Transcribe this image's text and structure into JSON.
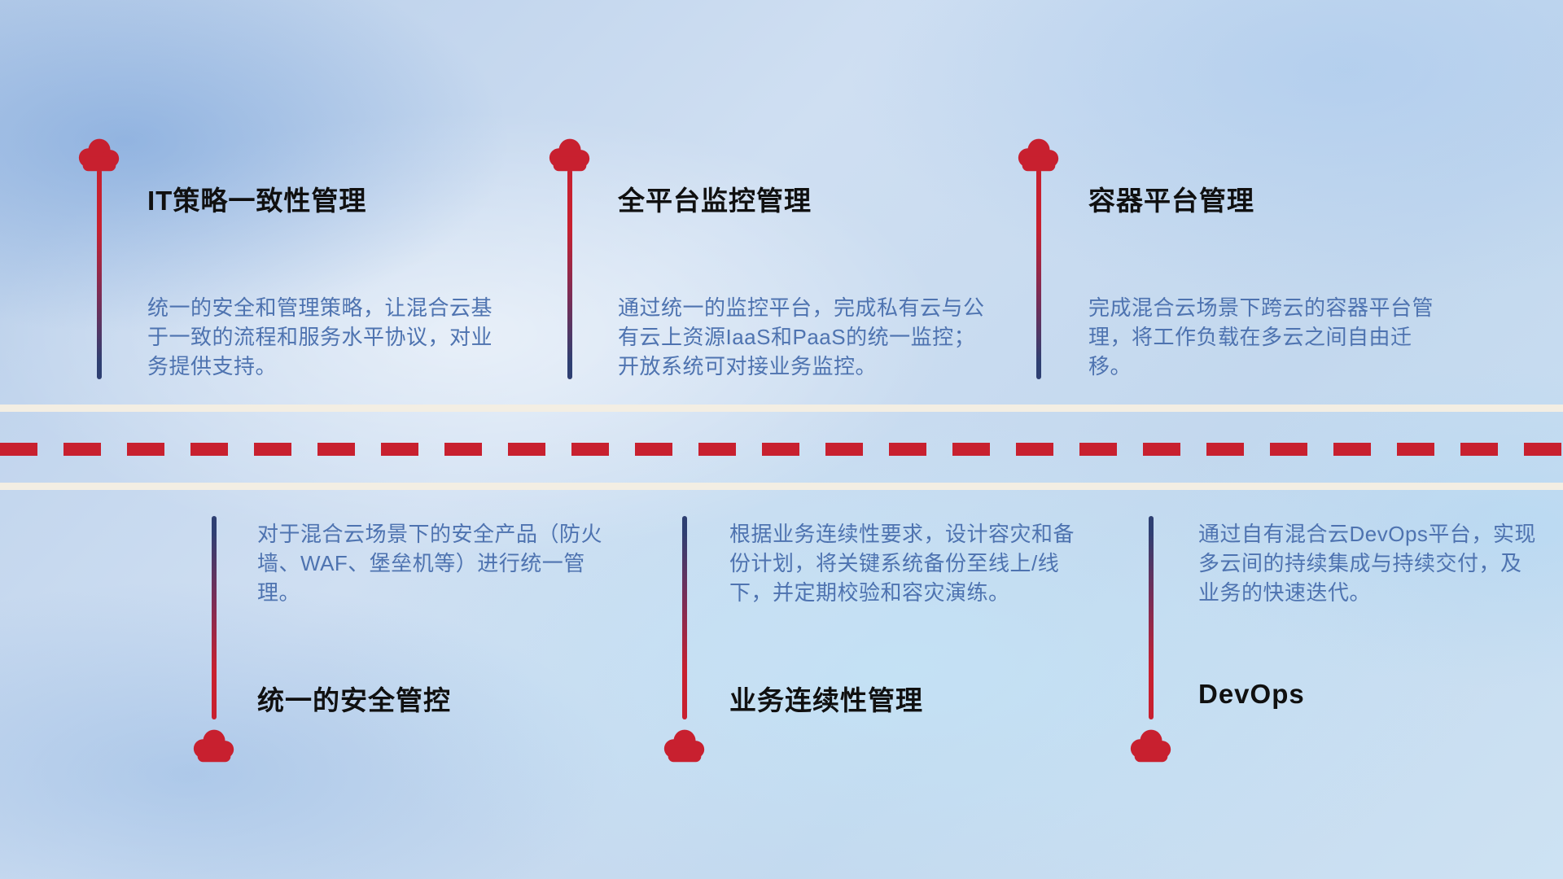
{
  "colors": {
    "red": "#c8202f",
    "navy": "#2e3f72",
    "title": "#101010",
    "desc-blue": "#4e73b0",
    "road-white": "#f3eee3"
  },
  "items": [
    {
      "title": "IT策略一致性管理",
      "desc": "统一的安全和管理策略，让混合云基于一致的流程和服务水平协议，对业务提供支持。"
    },
    {
      "title": "全平台监控管理",
      "desc": "通过统一的监控平台，完成私有云与公有云上资源IaaS和PaaS的统一监控；开放系统可对接业务监控。"
    },
    {
      "title": "容器平台管理",
      "desc": "完成混合云场景下跨云的容器平台管理，将工作负载在多云之间自由迁移。"
    },
    {
      "title": "统一的安全管控",
      "desc": "对于混合云场景下的安全产品（防火墙、WAF、堡垒机等）进行统一管理。"
    },
    {
      "title": "业务连续性管理",
      "desc": "根据业务连续性要求，设计容灾和备份计划，将关键系统备份至线上/线下，并定期校验和容灾演练。"
    },
    {
      "title": "DevOps",
      "desc": "通过自有混合云DevOps平台，实现多云间的持续集成与持续交付，及业务的快速迭代。"
    }
  ]
}
